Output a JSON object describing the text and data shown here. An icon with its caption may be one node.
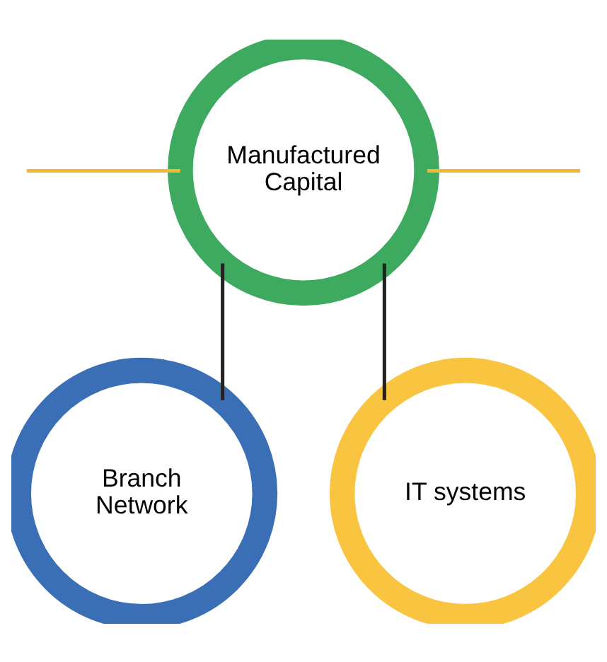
{
  "diagram": {
    "nodes": [
      {
        "text": [
          "Manufactured Capital"
        ]
      },
      {
        "text": [
          "Branch Network"
        ]
      },
      {
        "text": [
          "IT systems"
        ]
      }
    ],
    "edges": [
      {
        "from": null,
        "to": 0,
        "arrow": "none",
        "color": "#f5b731"
      },
      {
        "from": 0,
        "to": null,
        "arrow": "none",
        "color": "#f5b731"
      },
      {
        "from": 0,
        "to": 1,
        "arrow": "none",
        "color": "#222222"
      },
      {
        "from": 0,
        "to": 2,
        "arrow": "none",
        "color": "#222222"
      }
    ]
  }
}
